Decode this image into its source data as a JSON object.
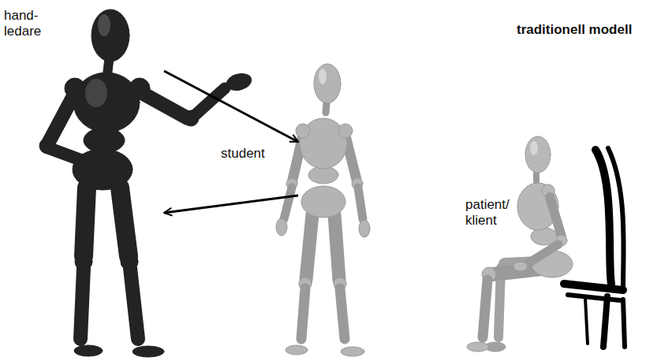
{
  "diagram": {
    "title": "traditionell modell",
    "nodes": [
      {
        "text": [
          "hand- ledare"
        ]
      },
      {
        "text": [
          "student"
        ]
      },
      {
        "text": [
          "patient/ klient"
        ]
      }
    ],
    "edges": [
      {
        "from": 0,
        "to": 1,
        "arrow": "to"
      },
      {
        "from": 1,
        "to": 0,
        "arrow": "to"
      }
    ]
  }
}
